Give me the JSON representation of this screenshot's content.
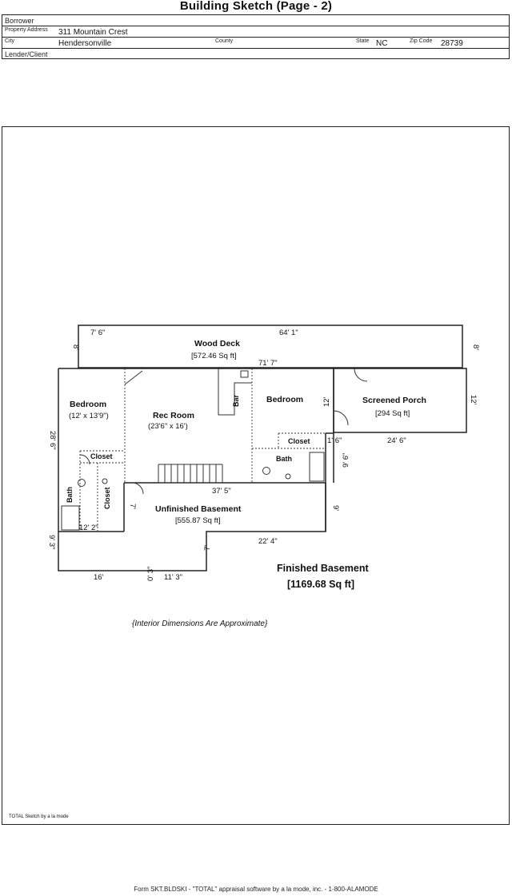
{
  "title": "Building Sketch (Page - 2)",
  "header": {
    "borrower_label": "Borrower",
    "borrower_value": "",
    "address_label": "Property Address",
    "address_value": "311 Mountain Crest",
    "city_label": "City",
    "city_value": "Hendersonville",
    "county_label": "County",
    "county_value": "",
    "state_label": "State",
    "state_value": "NC",
    "zip_label": "Zip Code",
    "zip_value": "28739",
    "lender_label": "Lender/Client",
    "lender_value": ""
  },
  "sketch": {
    "wood_deck": {
      "name": "Wood Deck",
      "area": "[572.46 Sq ft]",
      "dim_left_top": "7' 6\"",
      "dim_top": "64' 1\"",
      "dim_left": "8'",
      "dim_right": "8'",
      "dim_bottom": "71' 7\""
    },
    "bedroom_left": {
      "name": "Bedroom",
      "size": "(12' x 13'9\")"
    },
    "rec_room": {
      "name": "Rec Room",
      "size": "(23'6\" x 16')"
    },
    "bar": "Bar",
    "bedroom_right": {
      "name": "Bedroom",
      "dim": "12'"
    },
    "screened_porch": {
      "name": "Screened Porch",
      "area": "[294 Sq ft]",
      "dim_right": "12'",
      "dim_bottom": "24' 6\"",
      "dim_short": "1' 6\""
    },
    "closet_upper": "Closet",
    "closet_right": "Closet",
    "closet_lower": "Closet",
    "bath_left": "Bath",
    "bath_right": "Bath",
    "dim_left_height": "28' 6\"",
    "dim_right_step": "9' 6\"",
    "dim_37": "37' 5\"",
    "dim_7a": "7'",
    "unfinished": {
      "name": "Unfinished Basement",
      "area": "[555.87 Sq ft]"
    },
    "dim_9": "9'",
    "dim_12_2": "12' 2\"",
    "dim_9_3": "9' 3\"",
    "dim_22_4": "22' 4\"",
    "dim_7b": "7'",
    "dim_16": "16'",
    "dim_0_3": "0' 3\"",
    "dim_11_3": "11' 3\"",
    "finished": {
      "name": "Finished Basement",
      "area": "[1169.68 Sq ft]"
    },
    "note": "{Interior Dimensions Are Approximate}"
  },
  "credit": "TOTAL Sketch by a la mode",
  "footer": "Form SKT.BLDSKI - \"TOTAL\" appraisal software by a la mode, inc. - 1-800-ALAMODE"
}
